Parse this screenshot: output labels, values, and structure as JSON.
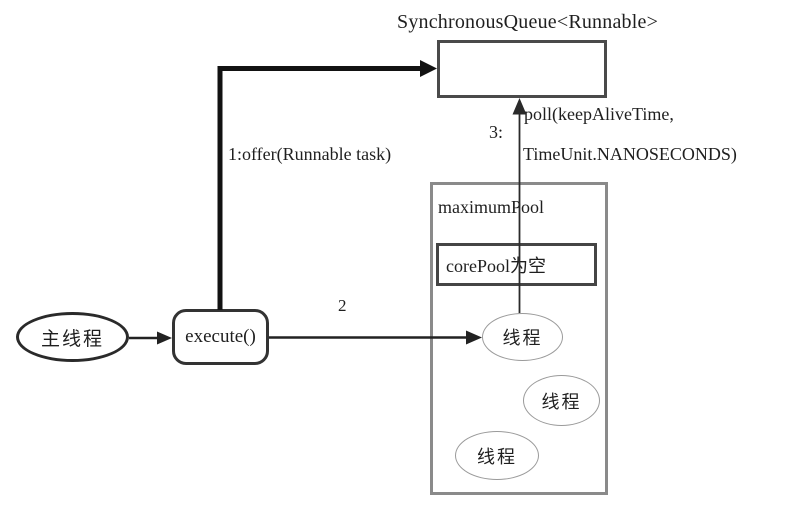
{
  "diagram": {
    "title": "SynchronousQueue<Runnable>",
    "nodes": {
      "main_thread": "主线程",
      "execute": "execute()",
      "maximum_pool": "maximumPool",
      "core_pool": "corePool为空",
      "threads": [
        "线程",
        "线程",
        "线程"
      ]
    },
    "edges": {
      "offer": "1:offer(Runnable task)",
      "step2": "2",
      "step3": "3:",
      "poll_line1": "poll(keepAliveTime,",
      "poll_line2": "TimeUnit.NANOSECONDS)"
    },
    "colors": {
      "ink": "#1f1f1f",
      "box_border": "#4a4a4a",
      "pool_border": "#8a8a8a",
      "thread_ellipse_border": "#9a9a9a",
      "background": "#ffffff"
    }
  }
}
